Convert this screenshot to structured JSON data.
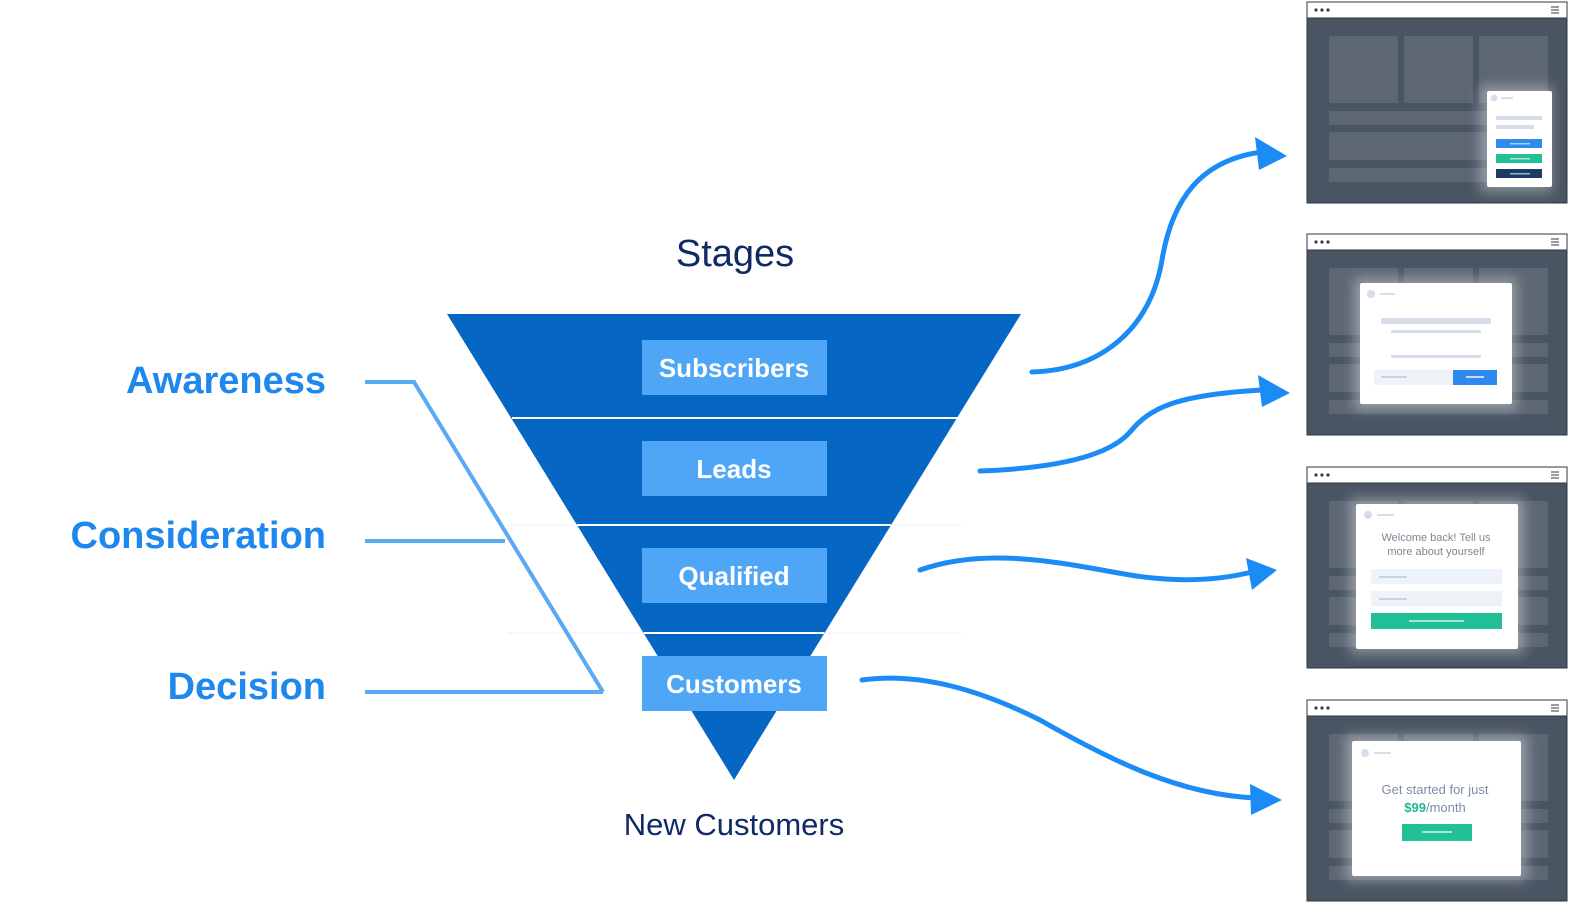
{
  "diagram": {
    "title": "Stages",
    "footer": "New Customers",
    "phases": [
      "Awareness",
      "Consideration",
      "Decision"
    ],
    "stages": [
      "Subscribers",
      "Leads",
      "Qualified",
      "Customers"
    ]
  },
  "mockups": {
    "modal3_line1": "Welcome back! Tell us",
    "modal3_line2": "more about yourself",
    "modal4_line1": "Get started for just",
    "modal4_price": "$99",
    "modal4_suffix": "/month"
  },
  "colors": {
    "funnel": "#0666c4",
    "stage_box": "#4fa6f6",
    "phase_text": "#1e88ee",
    "bracket": "#5aa9f4",
    "arrow": "#1b8cf5",
    "title_text": "#0f2a66",
    "screen_bg": "#4a5563",
    "screen_block": "#5d6774",
    "button_blue": "#2f8af0",
    "button_green": "#21c097",
    "button_navy": "#1e3b66"
  }
}
